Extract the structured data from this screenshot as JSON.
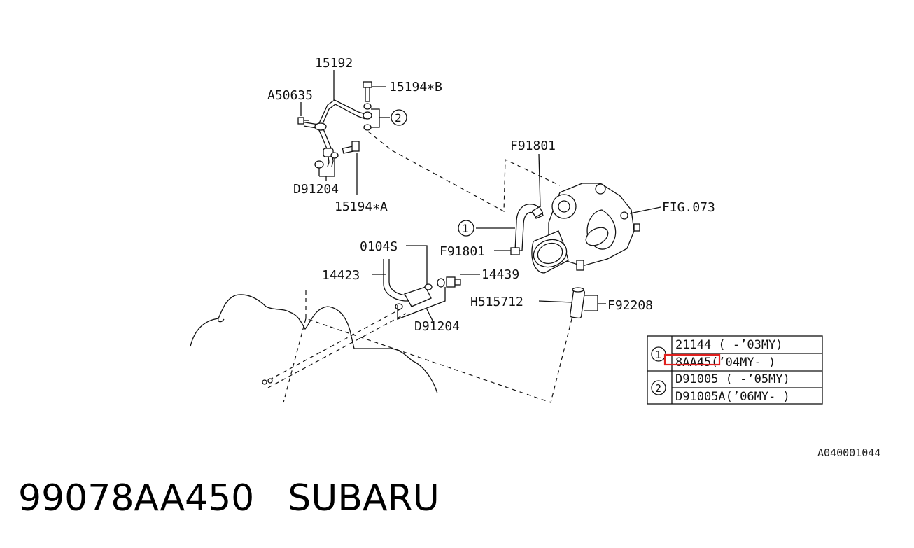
{
  "labels": {
    "l15192": "15192",
    "l15194b": "15194∗B",
    "la50635": "A50635",
    "lc2": "2",
    "ld91204a": "D91204",
    "l15194a": "15194∗A",
    "lf91801a": "F91801",
    "lfig073": "FIG.073",
    "lc1": "1",
    "l0104s": "0104S",
    "lf91801b": "F91801",
    "l14423": "14423",
    "l14439": "14439",
    "lh515712": "H515712",
    "lf92208": "F92208",
    "ld91204b": "D91204"
  },
  "table": {
    "c1": "1",
    "c2": "2",
    "r1": "21144 ( -’03MY)",
    "r2": "8AA45(’04MY- )",
    "r3": "D91005 ( -’05MY)",
    "r4": "D91005A(’06MY- )"
  },
  "highlight_color": "#e0201e",
  "diagram_code": "A040001044",
  "footer": {
    "part_number": "99078AA450",
    "brand": "SUBARU"
  }
}
